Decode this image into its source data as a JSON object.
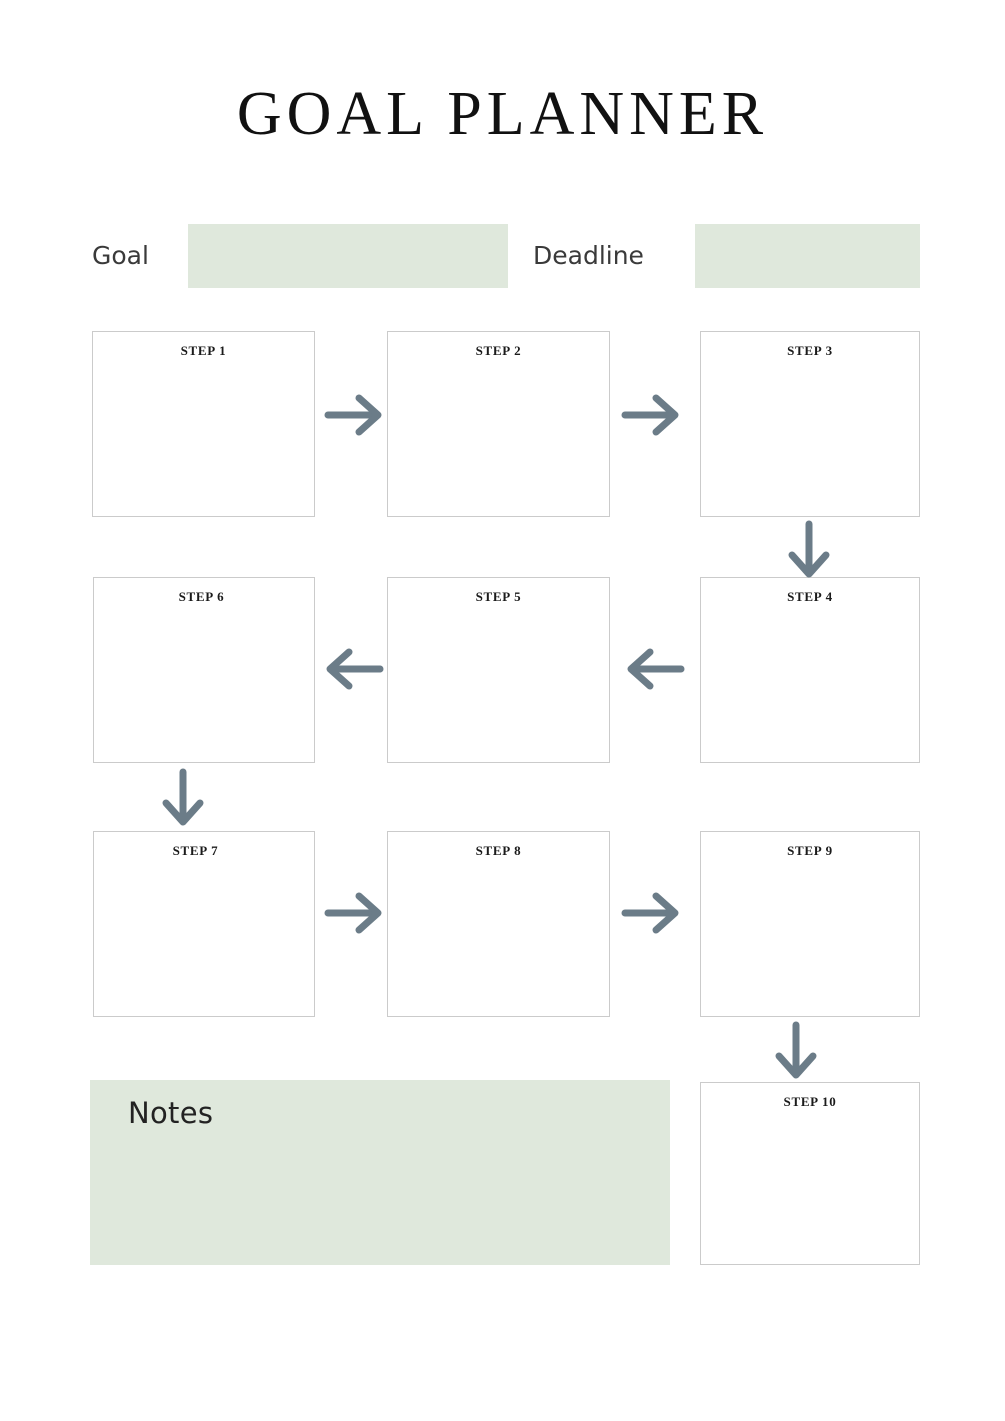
{
  "page": {
    "title": "GOAL PLANNER",
    "background_color": "#ffffff"
  },
  "colors": {
    "field_green": "#dfe8dc",
    "arrow_gray": "#6b7c88",
    "box_border": "#cbcbcb",
    "text_dark": "#1b1b1b",
    "label_gray": "#3a3a3a"
  },
  "fields": {
    "goal": {
      "label": "Goal",
      "value": "",
      "placeholder": ""
    },
    "deadline": {
      "label": "Deadline",
      "value": "",
      "placeholder": ""
    }
  },
  "steps": [
    {
      "label": "STEP 1",
      "value": ""
    },
    {
      "label": "STEP 2",
      "value": ""
    },
    {
      "label": "STEP 3",
      "value": ""
    },
    {
      "label": "STEP 4",
      "value": ""
    },
    {
      "label": "STEP 5",
      "value": ""
    },
    {
      "label": "STEP 6",
      "value": ""
    },
    {
      "label": "STEP 7",
      "value": ""
    },
    {
      "label": "STEP 8",
      "value": ""
    },
    {
      "label": "STEP 9",
      "value": ""
    },
    {
      "label": "STEP 10",
      "value": ""
    }
  ],
  "arrows": [
    {
      "name": "arrow-step1-to-step2",
      "direction": "right"
    },
    {
      "name": "arrow-step2-to-step3",
      "direction": "right"
    },
    {
      "name": "arrow-step3-to-step4",
      "direction": "down"
    },
    {
      "name": "arrow-step4-to-step5",
      "direction": "left"
    },
    {
      "name": "arrow-step5-to-step6",
      "direction": "left"
    },
    {
      "name": "arrow-step6-to-step7",
      "direction": "down"
    },
    {
      "name": "arrow-step7-to-step8",
      "direction": "right"
    },
    {
      "name": "arrow-step8-to-step9",
      "direction": "right"
    },
    {
      "name": "arrow-step9-to-step10",
      "direction": "down"
    }
  ],
  "notes": {
    "title": "Notes",
    "value": ""
  }
}
